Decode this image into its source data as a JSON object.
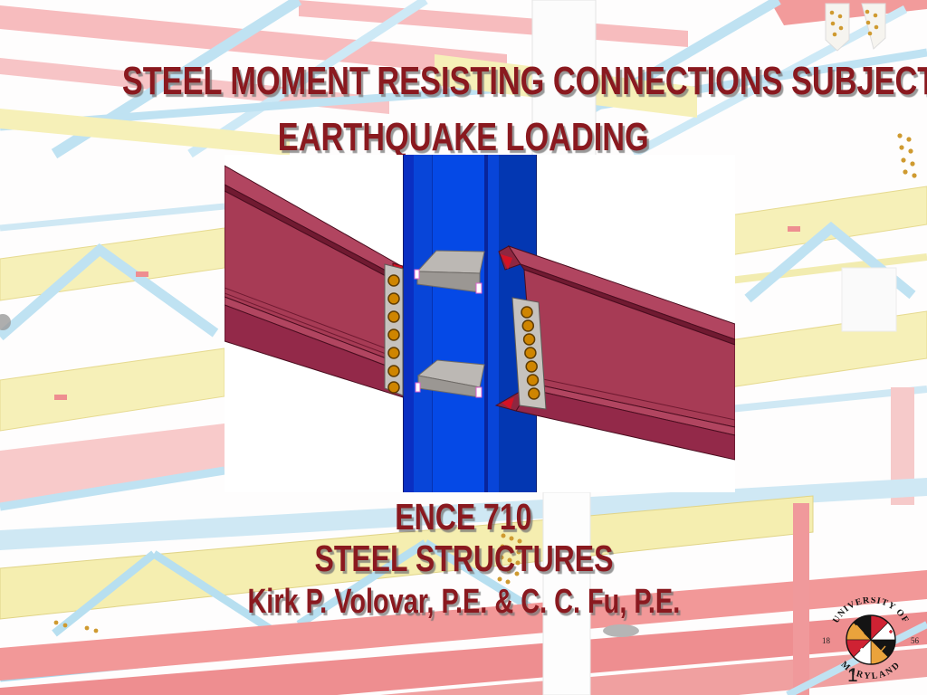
{
  "slide": {
    "title": {
      "line1": "STEEL MOMENT RESISTING CONNECTIONS SUBJECT TO",
      "line2": "EARTHQUAKE LOADING"
    },
    "footer": {
      "course_code": "ENCE 710",
      "course_title": "STEEL STRUCTURES",
      "authors": "Kirk P.  Volovar, P.E. & C. C. Fu, P.E."
    },
    "page_number": "1",
    "colors": {
      "heading": "#8A191F",
      "heading_shadow": "#737373",
      "column_blue": "#0549E6",
      "beam_red": "#A73B55",
      "bolt_gold": "#CF8500",
      "plate_gray": "#BCB8B4"
    }
  },
  "logo": {
    "arc_top": "UNIVERSITY OF",
    "arc_bottom": "MARYLAND",
    "year_left": "18",
    "year_right": "56"
  }
}
